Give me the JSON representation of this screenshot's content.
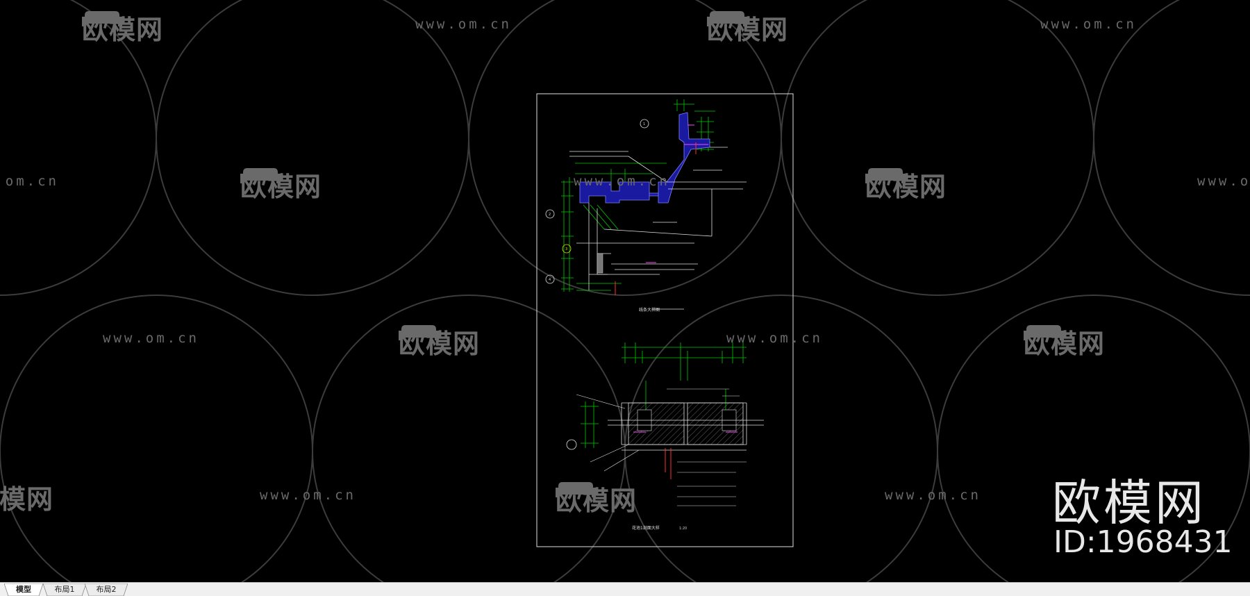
{
  "watermark": {
    "logo_text": "欧模网",
    "url_text": "www.om.cn",
    "big_logo_text": "欧模网",
    "big_id_text": "ID:1968431"
  },
  "drawing": {
    "section1": {
      "title": "线条大样图",
      "markers": [
        "1",
        "2",
        "3",
        "4"
      ]
    },
    "section2": {
      "title": "花池1剖面大样",
      "scale": "1:20"
    }
  },
  "tabs": [
    {
      "label": "模型",
      "active": true
    },
    {
      "label": "布局1",
      "active": false
    },
    {
      "label": "布局2",
      "active": false
    }
  ],
  "colors": {
    "background": "#000000",
    "dimension": "#00cc00",
    "fill_blue": "#1a1aa0",
    "accent_magenta": "#ff44ff",
    "accent_red": "#ff3030",
    "line_white": "#e0e0e0",
    "watermark": "#6a6a6a"
  }
}
